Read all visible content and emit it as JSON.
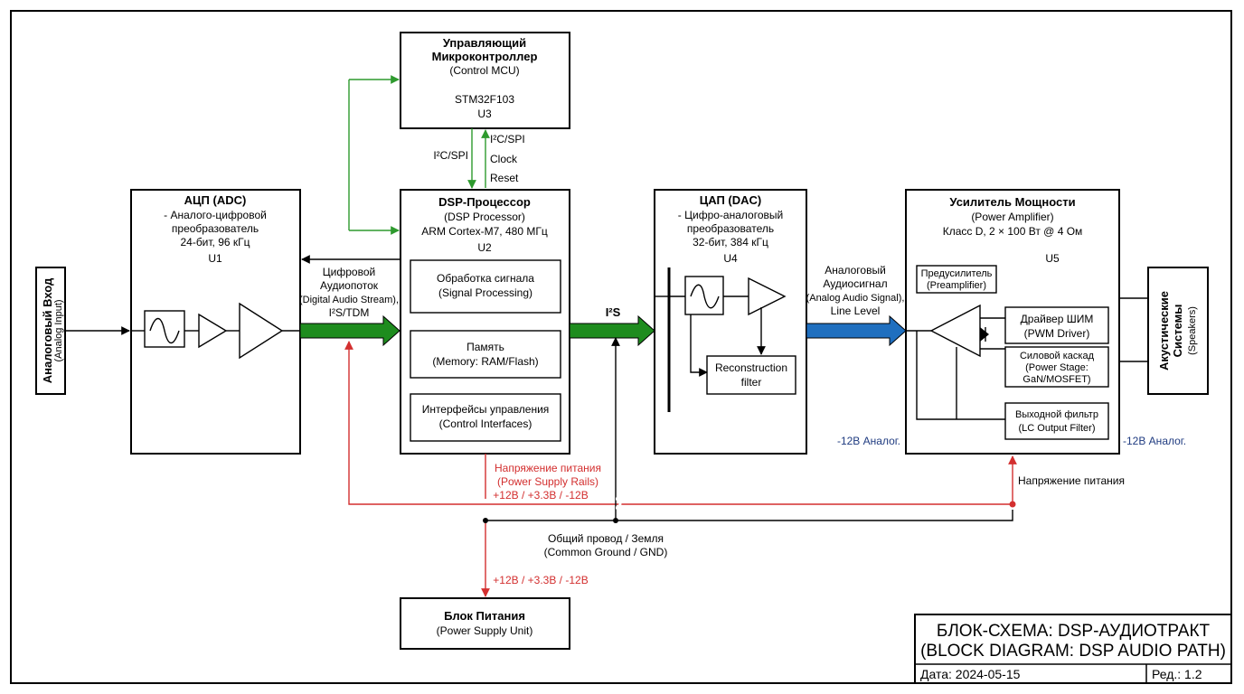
{
  "colors": {
    "control_bus": "#2e9a2e",
    "power_rail": "#d32f2f",
    "digital_stream": "#1e8c1e",
    "analog_stream": "#1f6fbf",
    "rail_label_blue": "#1f3b80"
  },
  "input": {
    "label_ru": "Аналоговый Вход",
    "label_en": "(Analog Input)"
  },
  "adc": {
    "title": "АЦП (ADC)",
    "line1": "- Аналого-цифровой",
    "line2": "преобразователь",
    "line3": "24-бит, 96 кГц",
    "ref": "U1"
  },
  "mcu": {
    "title1": "Управляющий",
    "title2": "Микроконтроллер",
    "subtitle": "(Control MCU)",
    "part": "STM32F103",
    "ref": "U3",
    "bus_left": "I²C/SPI",
    "bus_right1": "I²C/SPI",
    "bus_right2": "Clock",
    "bus_right3": "Reset"
  },
  "dsp": {
    "title": "DSP-Процессор",
    "subtitle": "(DSP Processor)",
    "core": "ARM Cortex-M7, 480 МГц",
    "ref": "U2",
    "blocks": [
      {
        "ru": "Обработка сигнала",
        "en": "(Signal Processing)"
      },
      {
        "ru": "Память",
        "en": "(Memory: RAM/Flash)"
      },
      {
        "ru": "Интерфейсы управления",
        "en": "(Control Interfaces)"
      }
    ]
  },
  "digital_stream": {
    "line1": "Цифровой",
    "line2": "Аудиопоток",
    "line3": "(Digital Audio Stream),",
    "line4": "I²S/TDM"
  },
  "i2s_label": "I²S",
  "dac": {
    "title": "ЦАП (DAC)",
    "line1": "- Цифро-аналоговый",
    "line2": "преобразователь",
    "line3": "32-бит, 384 кГц",
    "ref": "U4",
    "filter1": "Reconstruction",
    "filter2": "filter"
  },
  "analog_signal": {
    "line1": "Аналоговый",
    "line2": "Аудиосигнал",
    "line3": "(Analog Audio Signal),",
    "line4": "Line Level"
  },
  "amp": {
    "title": "Усилитель Мощности",
    "subtitle": "(Power Amplifier)",
    "spec": "Класс D, 2 × 100 Вт @ 4 Ом",
    "ref": "U5",
    "preamp1": "Предусилитель",
    "preamp2": "(Preamplifier)",
    "pwm1": "Драйвер ШИМ",
    "pwm2": "(PWM Driver)",
    "stage1": "Силовой каскад",
    "stage2": "(Power Stage:",
    "stage3": "GaN/MOSFET)",
    "lc1": "Выходной фильтр",
    "lc2": "(LC Output Filter)"
  },
  "speakers": {
    "label_ru1": "Акустические",
    "label_ru2": "Системы",
    "label_en": "(Speakers)"
  },
  "power": {
    "rails_title1": "Напряжение питания",
    "rails_title2": "(Power Supply Rails)",
    "rails_values": "+12В / +3.3В / -12В",
    "amp_feed": "Напряжение питания",
    "analog_left": "-12В Аналог.",
    "analog_right": "-12В Аналог.",
    "gnd1": "Общий провод / Земля",
    "gnd2": "(Common Ground / GND)",
    "psu_values": "+12В / +3.3В / -12В",
    "psu_title": "Блок Питания",
    "psu_subtitle": "(Power Supply Unit)"
  },
  "title_block": {
    "line1": "БЛОК-СХЕМА: DSP-АУДИОТРАКТ",
    "line2": "(BLOCK DIAGRAM: DSP AUDIO PATH)",
    "date": "Дата: 2024-05-15",
    "rev": "Ред.: 1.2"
  }
}
